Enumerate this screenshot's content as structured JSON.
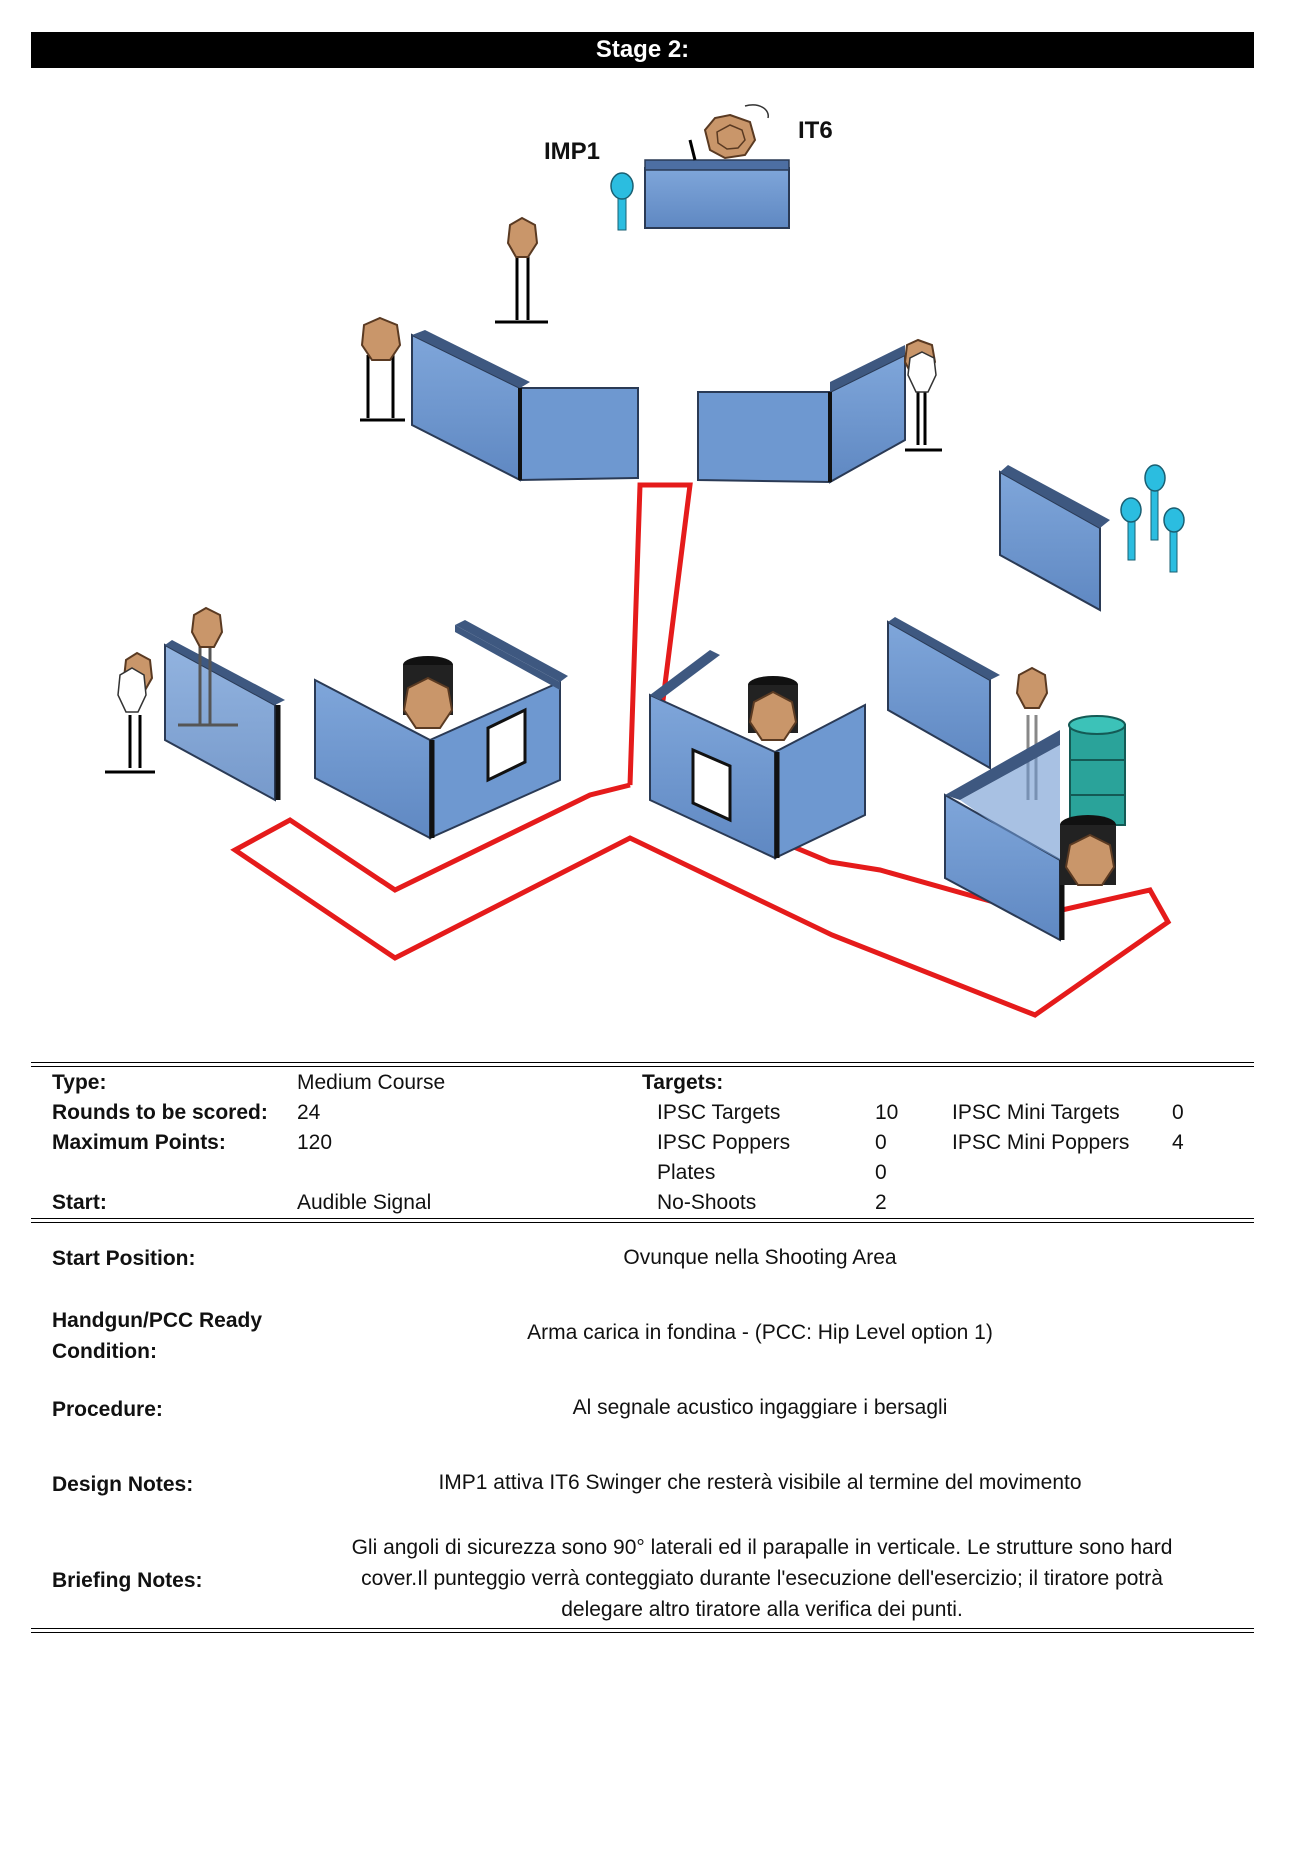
{
  "stage_title": "Stage 2:",
  "diagram_labels": {
    "imp1": "IMP1",
    "it6": "IT6"
  },
  "colors": {
    "wall": "#6b96cf",
    "wall_dark": "#2a3a55",
    "path": "#e51b1b",
    "target": "#c9966a",
    "popper": "#2bbde0",
    "barrel": "#2aa39a"
  },
  "info": {
    "type_label": "Type:",
    "type_value": "Medium Course",
    "rounds_label": "Rounds to be scored:",
    "rounds_value": "24",
    "maxpoints_label": "Maximum Points:",
    "maxpoints_value": "120",
    "start_label": "Start:",
    "start_value": "Audible Signal",
    "targets_label": "Targets:",
    "targets": [
      {
        "name": "IPSC Targets",
        "count": "10"
      },
      {
        "name": "IPSC Poppers",
        "count": "0"
      },
      {
        "name": "Plates",
        "count": "0"
      },
      {
        "name": "No-Shoots",
        "count": "2"
      }
    ],
    "mini": [
      {
        "name": "IPSC Mini Targets",
        "count": "0"
      },
      {
        "name": "IPSC Mini Poppers",
        "count": "4"
      }
    ]
  },
  "details": {
    "start_position_label": "Start Position:",
    "start_position_value": "Ovunque nella Shooting Area",
    "ready_label": "Handgun/PCC Ready Condition:",
    "ready_value": "Arma carica in fondina - (PCC: Hip Level option 1)",
    "procedure_label": "Procedure:",
    "procedure_value": "Al segnale acustico ingaggiare i bersagli",
    "design_label": "Design Notes:",
    "design_value": "IMP1 attiva IT6 Swinger che resterà visibile al termine del movimento",
    "briefing_label": "Briefing Notes:",
    "briefing_value": "Gli angoli di sicurezza sono 90° laterali ed il parapalle in verticale. Le strutture sono hard cover.Il punteggio verrà conteggiato durante l'esecuzione dell'esercizio; il tiratore potrà delegare altro tiratore alla verifica  dei punti."
  }
}
